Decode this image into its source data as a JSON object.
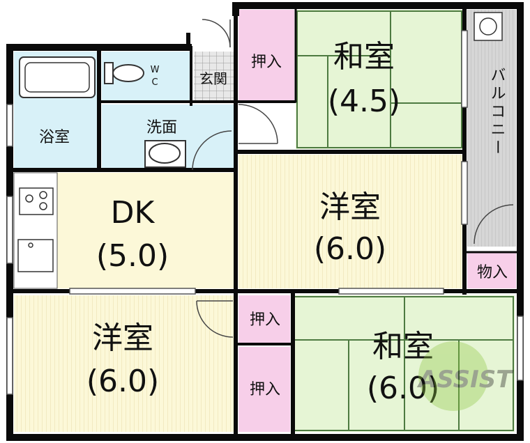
{
  "rooms": {
    "washitsu_north": {
      "name": "和室",
      "size": "(4.5)"
    },
    "youshitsu_center": {
      "name": "洋室",
      "size": "(6.0)"
    },
    "dk": {
      "name": "DK",
      "size": "(5.0)"
    },
    "youshitsu_southwest": {
      "name": "洋室",
      "size": "(6.0)"
    },
    "washitsu_southeast": {
      "name": "和室",
      "size": "(6.0)"
    },
    "bath": {
      "name": "浴室"
    },
    "wc": {
      "line1": "W",
      "line2": "C"
    },
    "washroom": {
      "name": "洗面"
    },
    "entrance": {
      "name": "玄関"
    },
    "closet_1": {
      "name": "押入"
    },
    "closet_2": {
      "name": "押入"
    },
    "closet_3": {
      "name": "押入"
    },
    "storage": {
      "name": "物入"
    },
    "balcony": {
      "name": "バルコニー"
    }
  },
  "watermark": "ASSIST",
  "colors": {
    "washitsu": "#e6f5d5",
    "washitsu_lines": "#4d7a40",
    "youshitsu": "#fcf8d8",
    "dk": "#fcf8d8",
    "wet_area": "#d8f1f8",
    "closet": "#f7cfe9",
    "entrance": "#e8e8e8",
    "balcony": "#d8d8d8",
    "wall": "#0a0a0a"
  }
}
